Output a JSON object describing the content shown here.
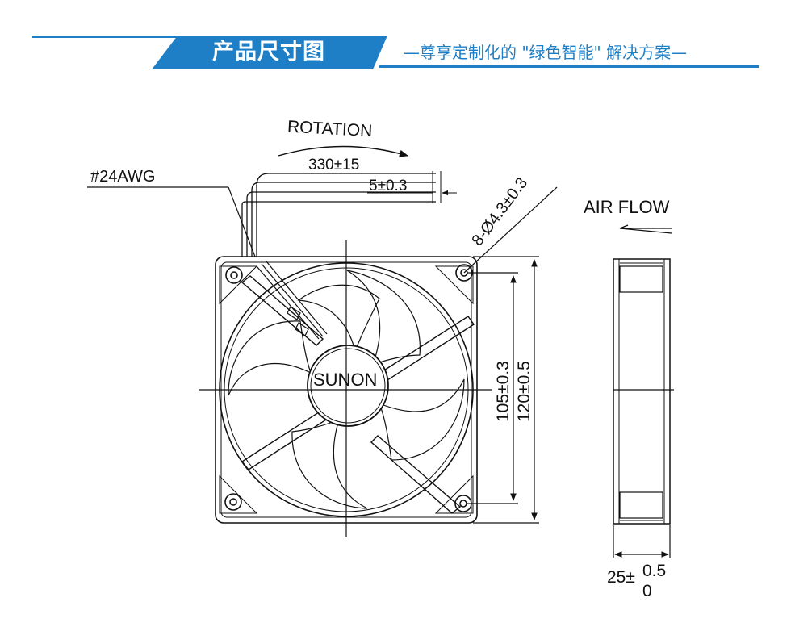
{
  "header": {
    "title": "产品尺寸图",
    "subtitle": "—尊享定制化的 \"绿色智能\" 解决方案—",
    "accent_color": "#1f7fc6"
  },
  "drawing": {
    "rotation_label": "ROTATION",
    "wire_gauge": "#24AWG",
    "lead_length": "330±15",
    "strip_length": "5±0.3",
    "mounting_holes": "8-Ø4.3±0.3",
    "airflow_label": "AIR FLOW",
    "brand": "SUNON",
    "hole_spacing": "105±0.3",
    "frame_size": "120±0.5",
    "depth_base": "25±",
    "depth_tol_upper": "0.5",
    "depth_tol_lower": "0"
  }
}
